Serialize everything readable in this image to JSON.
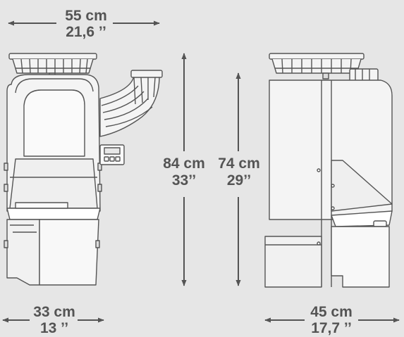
{
  "dimensions": {
    "top_width": {
      "metric": "55 cm",
      "imperial": "21,6 ’’"
    },
    "front_height": {
      "metric": "84 cm",
      "imperial": "33’’"
    },
    "side_height": {
      "metric": "74 cm",
      "imperial": "29’’"
    },
    "front_depth": {
      "metric": "33 cm",
      "imperial": "13 ’’"
    },
    "side_depth": {
      "metric": "45 cm",
      "imperial": "17,7 ’’"
    }
  },
  "colors": {
    "background": "#e6e6e6",
    "text": "#545454",
    "arrow": "#545454",
    "machine_outline": "#555555",
    "machine_fill": "#f4f4f4"
  },
  "icons": {
    "arrow_head": "triangle-arrow",
    "control_panel": "display-panel-icon"
  }
}
